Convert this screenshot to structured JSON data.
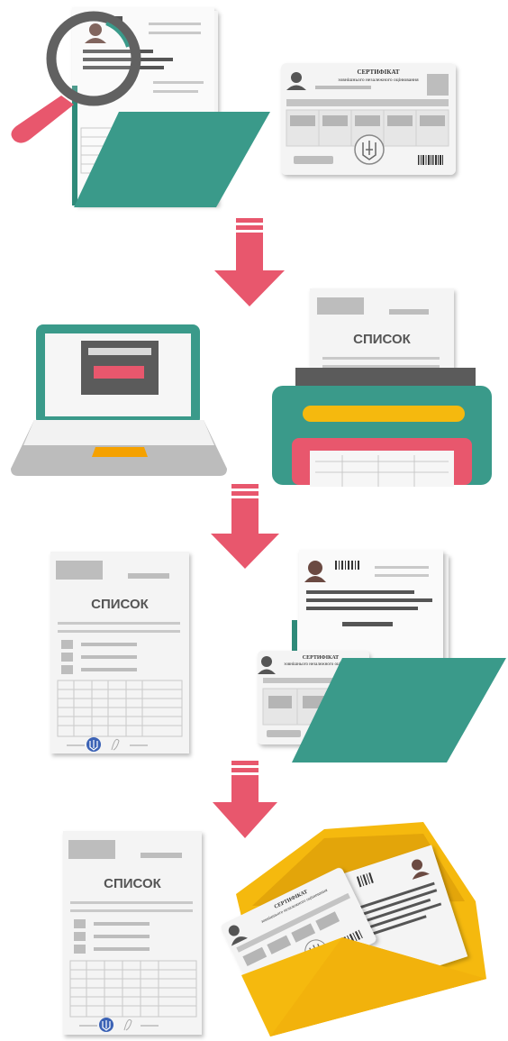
{
  "colors": {
    "teal": "#3a9a8a",
    "pink": "#e8576d",
    "yellow": "#f5b90e",
    "paper": "#f4f4f4",
    "gray": "#b5b5b5",
    "dark": "#555555"
  },
  "step1": {
    "certificate_title": "СЕРТИФІКАТ",
    "certificate_subtitle": "зовнішнього незалежного оцінювання"
  },
  "step2": {
    "list_label": "СПИСОК"
  },
  "step3": {
    "list_label": "СПИСОК",
    "certificate_title": "СЕРТИФІКАТ",
    "certificate_subtitle": "зовнішнього незалежного оцінювання"
  },
  "step4": {
    "list_label": "СПИСОК",
    "certificate_title": "СЕРТИФІКАТ",
    "certificate_subtitle": "зовнішнього незалежного оцінювання"
  }
}
